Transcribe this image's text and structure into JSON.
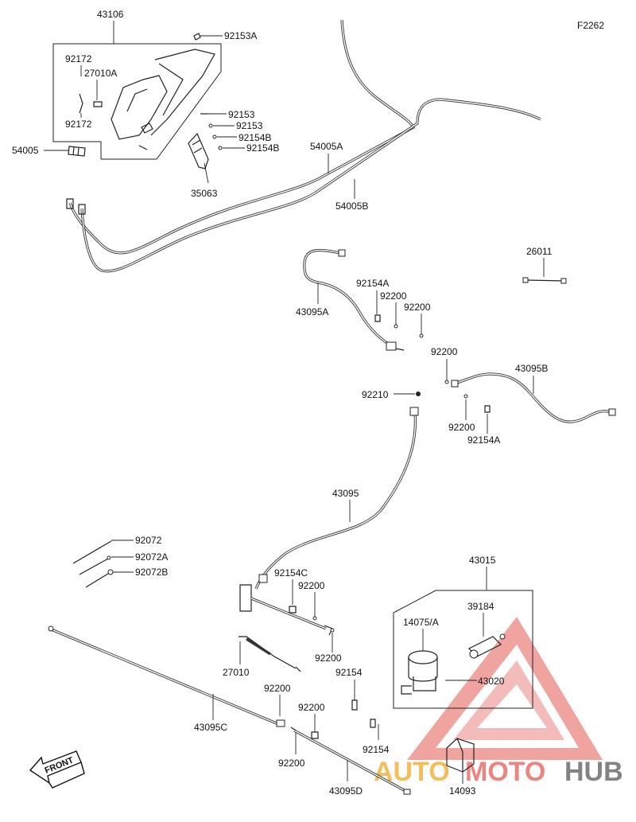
{
  "figure_code": "F2262",
  "front_label": "FRONT",
  "watermark": {
    "auto": "AUTO",
    "moto": "MOTO",
    "hub": "HUB"
  },
  "colors": {
    "watermark_red": "#e8706b",
    "watermark_orange": "#f2b33d",
    "watermark_gray": "#6e6e6e"
  },
  "labels": {
    "p43106": "43106",
    "p92153A": "92153A",
    "p92172_top": "92172",
    "p27010A": "27010A",
    "p92172_bot": "92172",
    "p54005": "54005",
    "p92153_a": "92153",
    "p92153_b": "92153",
    "p92154B_a": "92154B",
    "p92154B_b": "92154B",
    "p54005A": "54005A",
    "p35063": "35063",
    "p54005B": "54005B",
    "p26011": "26011",
    "p92154A_top": "92154A",
    "p92200_1": "92200",
    "p92200_2": "92200",
    "p43095A": "43095A",
    "p92200_3": "92200",
    "p43095B": "43095B",
    "p92210": "92210",
    "p92200_4": "92200",
    "p92154A_bot": "92154A",
    "p43095": "43095",
    "p92072": "92072",
    "p92072A": "92072A",
    "p92072B": "92072B",
    "p43015": "43015",
    "p92154C": "92154C",
    "p92200_5": "92200",
    "p39184": "39184",
    "p14075A": "14075/A",
    "p27010": "27010",
    "p92200_6": "92200",
    "p92154_a": "92154",
    "p43020": "43020",
    "p92200_7": "92200",
    "p92200_8": "92200",
    "p43095C": "43095C",
    "p92154_b": "92154",
    "p92200_9": "92200",
    "p43095D": "43095D",
    "p14093": "14093"
  }
}
